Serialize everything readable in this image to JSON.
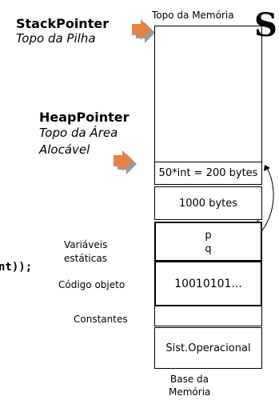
{
  "stack": {
    "title": "StackPointer",
    "subtitle": "Topo da Pilha"
  },
  "heap": {
    "title": "HeapPointer",
    "subtitle_line1": "Topo da Área",
    "subtitle_line2": "Alocável"
  },
  "memory": {
    "top_label": "Topo da Memória",
    "base_label_line1": "Base da",
    "base_label_line2": "Memória",
    "blocks": {
      "int_array": "50*int = 200 bytes",
      "bytes_1000": "1000 bytes",
      "var_p": "p",
      "var_q": "q",
      "object_code": "10010101...",
      "os": "Sist.Operacional"
    }
  },
  "side_labels": {
    "static_vars_line1": "Variáveis",
    "static_vars_line2": "estáticas",
    "object_code": "Código objeto",
    "constants": "Constantes"
  },
  "code_fragment": "nt));",
  "corner_glyph": "S",
  "colors": {
    "arrow": "#e8804a",
    "arrow_shadow": "#9a9a9a"
  }
}
